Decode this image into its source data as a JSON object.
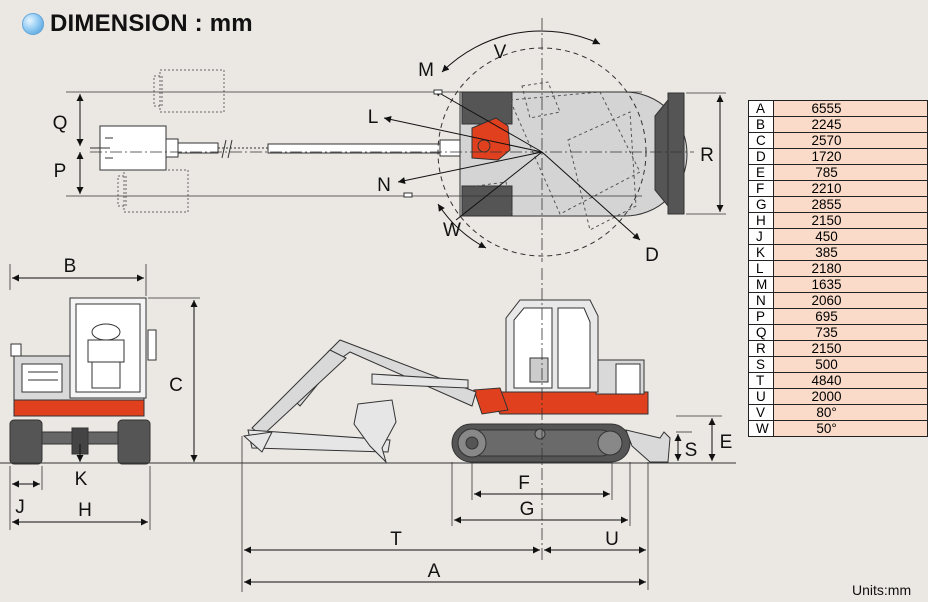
{
  "title": "DIMENSION : mm",
  "units_note": "Units:mm",
  "specs": [
    {
      "key": "A",
      "value": "6555"
    },
    {
      "key": "B",
      "value": "2245"
    },
    {
      "key": "C",
      "value": "2570"
    },
    {
      "key": "D",
      "value": "1720"
    },
    {
      "key": "E",
      "value": "785"
    },
    {
      "key": "F",
      "value": "2210"
    },
    {
      "key": "G",
      "value": "2855"
    },
    {
      "key": "H",
      "value": "2150"
    },
    {
      "key": "J",
      "value": "450"
    },
    {
      "key": "K",
      "value": "385"
    },
    {
      "key": "L",
      "value": "2180"
    },
    {
      "key": "M",
      "value": "1635"
    },
    {
      "key": "N",
      "value": "2060"
    },
    {
      "key": "P",
      "value": "695"
    },
    {
      "key": "Q",
      "value": "735"
    },
    {
      "key": "R",
      "value": "2150"
    },
    {
      "key": "S",
      "value": "500"
    },
    {
      "key": "T",
      "value": "4840"
    },
    {
      "key": "U",
      "value": "2000"
    },
    {
      "key": "V",
      "value": "80°"
    },
    {
      "key": "W",
      "value": "50°"
    }
  ],
  "labels": {
    "A": "A",
    "B": "B",
    "C": "C",
    "D": "D",
    "E": "E",
    "F": "F",
    "G": "G",
    "H": "H",
    "J": "J",
    "K": "K",
    "L": "L",
    "M": "M",
    "N": "N",
    "P": "P",
    "Q": "Q",
    "R": "R",
    "S": "S",
    "T": "T",
    "U": "U",
    "V": "V",
    "W": "W"
  },
  "colors": {
    "accent_orange": "#e0401e",
    "machine_grey": "#d3d3d3",
    "dark_grey": "#555555",
    "table_value_bg": "#fadbc9"
  }
}
